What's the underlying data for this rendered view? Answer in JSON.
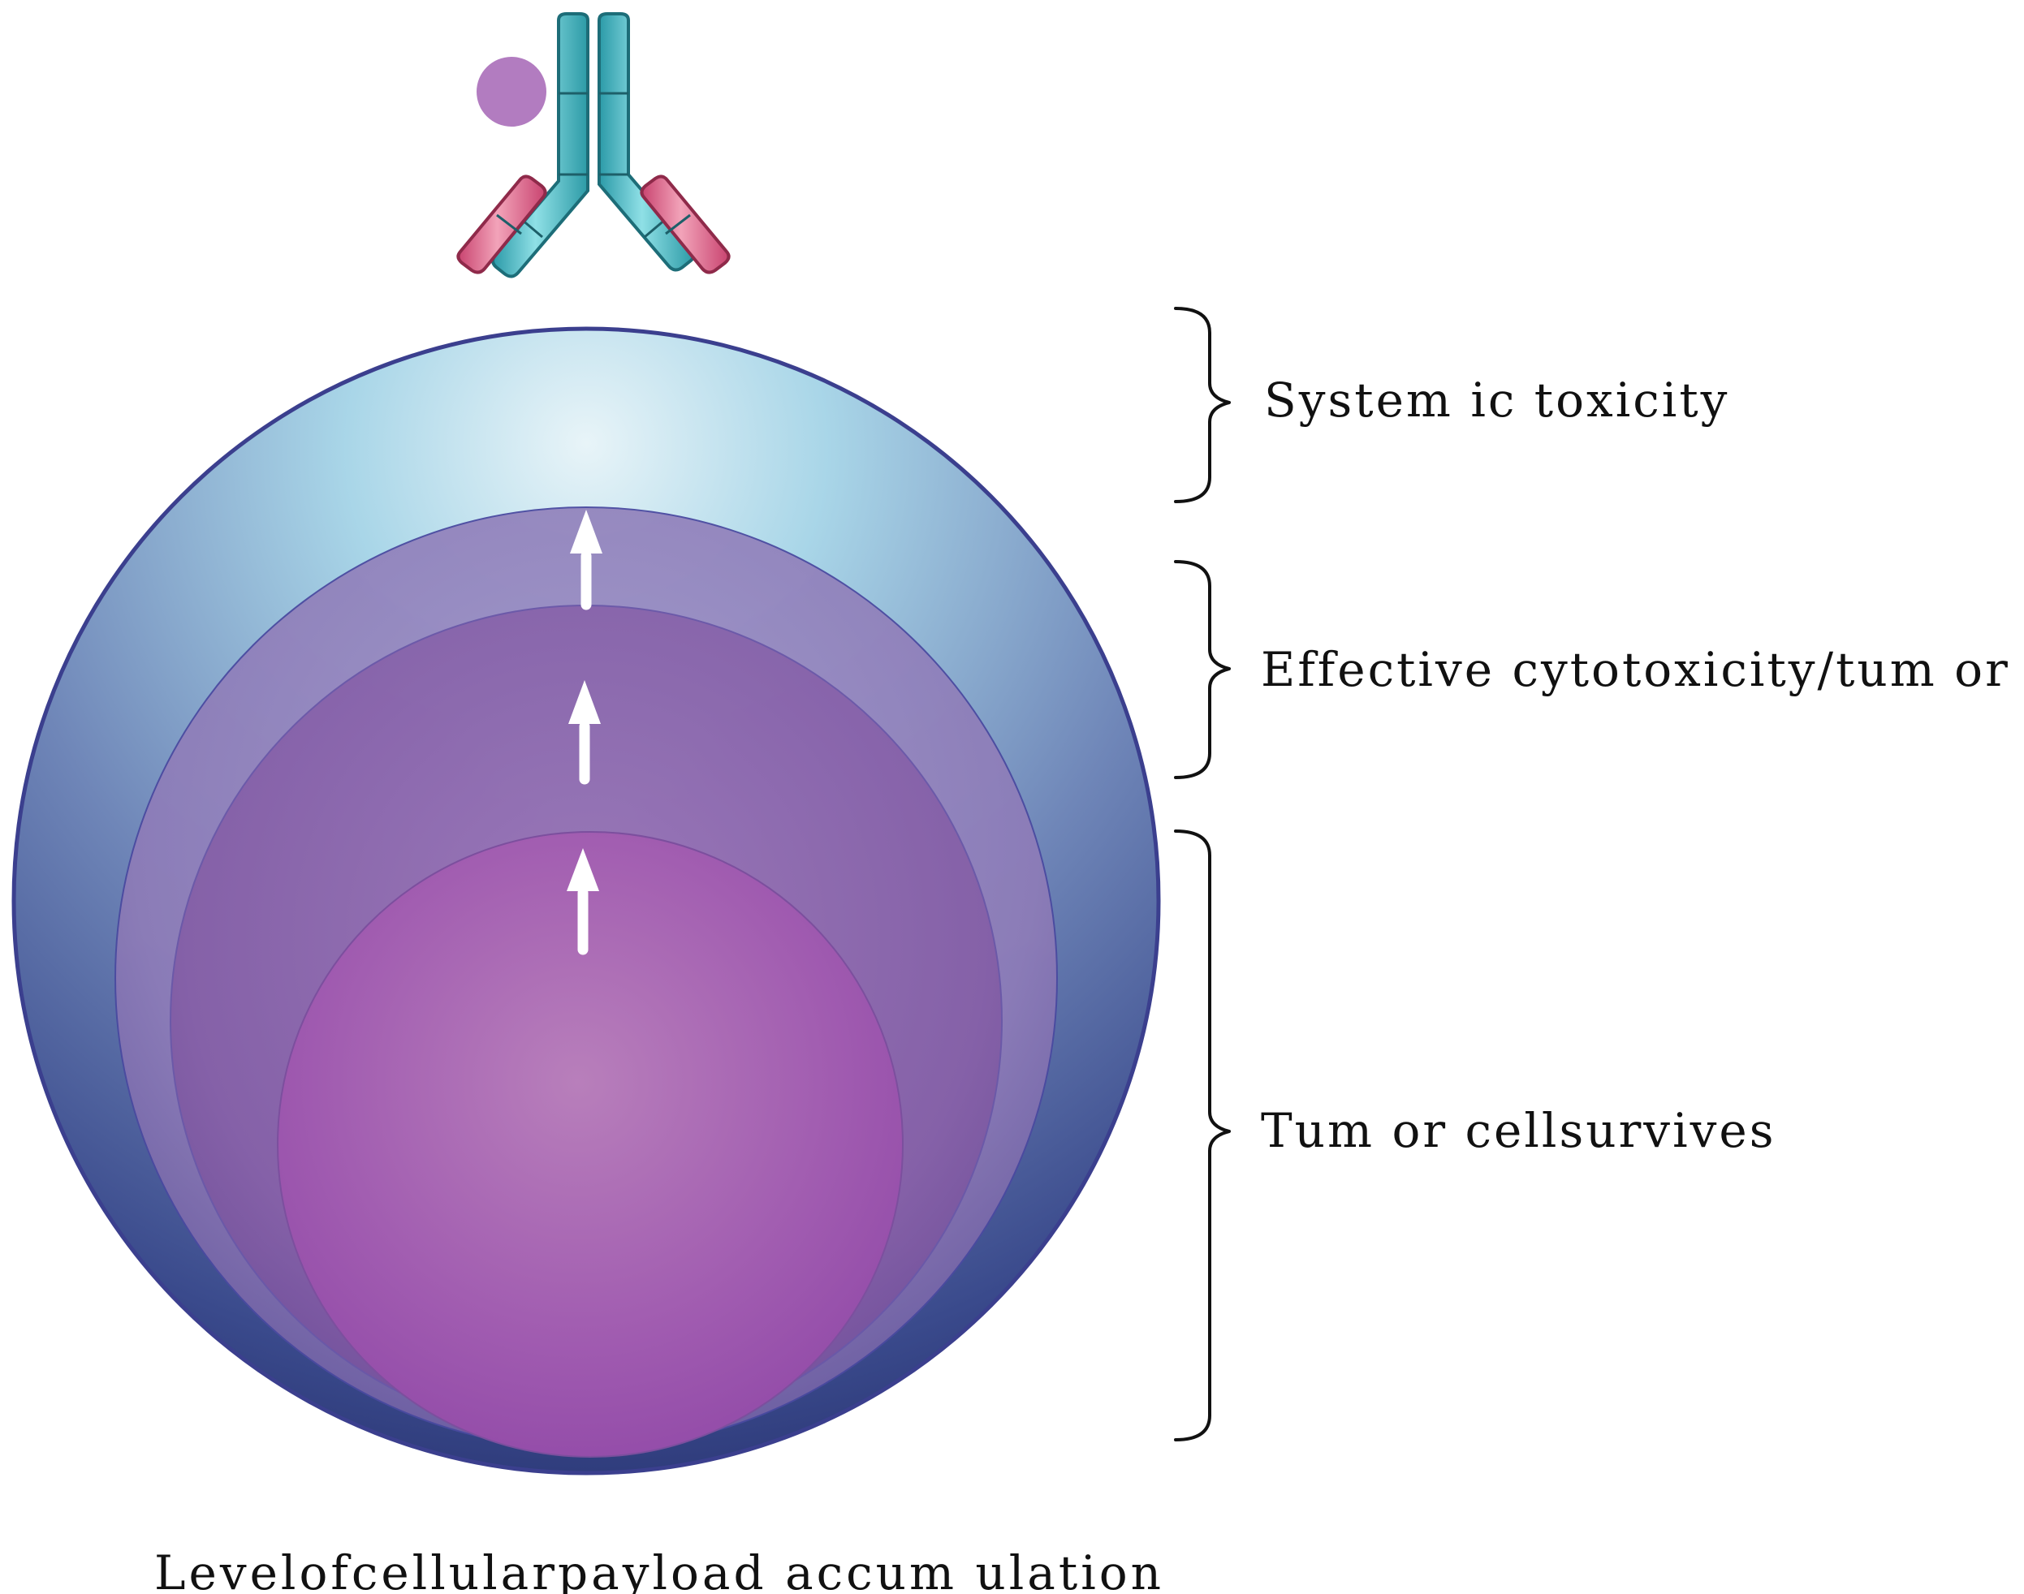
{
  "labels": {
    "systemic_toxicity": "System ic toxicity",
    "effective_cytotoxicity": "Effective cytotoxicity/tum or killing",
    "tumor_survives": "Tum or cellsurvives"
  },
  "caption": "Levelofcellularpayload accum ulation",
  "colors": {
    "outer_sphere_top": "#a9d6e8",
    "outer_sphere_bottom": "#2c3778",
    "inner_sphere": "#a05bb0",
    "antibody_heavy_chain": "#36b6c2",
    "antibody_light_chain": "#e06a8c",
    "payload_dot": "#b27cc0"
  }
}
